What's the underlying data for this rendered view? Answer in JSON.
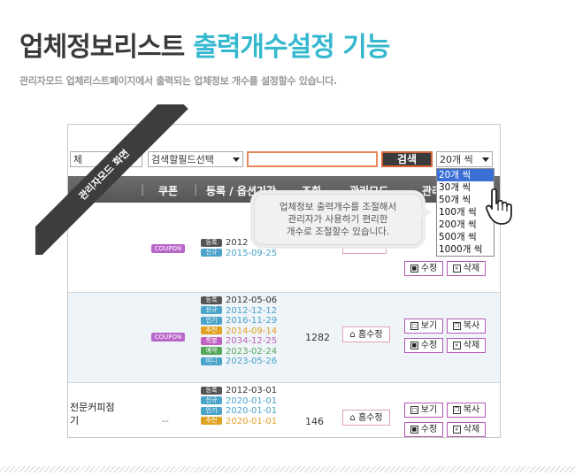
{
  "header": {
    "title": "업체정보리스트",
    "title_accent": "출력개수설정 기능",
    "subtitle": "관리자모드 업체리스트페이지에서 출력되는 업체정보 개수를 설정할수 있습니다."
  },
  "ribbon": {
    "label": "관리자모드 화면"
  },
  "toolbar": {
    "category_value": "체",
    "field_select_value": "검색할필드선택",
    "search_value": "",
    "search_button": "검색",
    "count_select_value": "20개 씩"
  },
  "dropdown": {
    "options": [
      "20개 씩",
      "30개 씩",
      "50개 씩",
      "100개 씩",
      "200개 씩",
      "500개 씩",
      "1000개 씩"
    ],
    "selected_index": 0
  },
  "table": {
    "headers": [
      "쿠폰",
      "등록 / 옵션기간",
      "조회",
      "관리모드",
      "관리"
    ]
  },
  "rows": [
    {
      "name": "",
      "coupon": "COUPON",
      "dates": [
        {
          "label": "등록",
          "value": "2012",
          "color": "#333333",
          "badge": "#555555"
        },
        {
          "label": "신규",
          "value": "2015-09-25",
          "color": "#4aa3c9",
          "badge": "#4aa3c9"
        }
      ],
      "views": "",
      "home_button": "",
      "actions": {
        "edit": "수정",
        "delete": "삭제"
      }
    },
    {
      "name": "",
      "coupon": "COUPON",
      "dates": [
        {
          "label": "등록",
          "value": "2012-05-06",
          "color": "#333333",
          "badge": "#555555"
        },
        {
          "label": "신규",
          "value": "2012-12-12",
          "color": "#4aa3c9",
          "badge": "#4aa3c9"
        },
        {
          "label": "인기",
          "value": "2016-11-29",
          "color": "#4aa3c9",
          "badge": "#4aa3c9"
        },
        {
          "label": "추천",
          "value": "2014-09-14",
          "color": "#e0a020",
          "badge": "#e0a020"
        },
        {
          "label": "특별",
          "value": "2034-12-25",
          "color": "#c060c0",
          "badge": "#c060c0"
        },
        {
          "label": "예약",
          "value": "2023-02-24",
          "color": "#55a85a",
          "badge": "#55a85a"
        },
        {
          "label": "미니",
          "value": "2023-05-26",
          "color": "#4aa3c9",
          "badge": "#4aa3c9"
        }
      ],
      "views": "1282",
      "home_button": "홈수정",
      "actions": {
        "view": "보기",
        "copy": "복사",
        "edit": "수정",
        "delete": "삭제"
      }
    },
    {
      "name": "전문커피점\n기",
      "coupon": "--",
      "dates": [
        {
          "label": "등록",
          "value": "2012-03-01",
          "color": "#333333",
          "badge": "#555555"
        },
        {
          "label": "신규",
          "value": "2020-01-01",
          "color": "#4aa3c9",
          "badge": "#4aa3c9"
        },
        {
          "label": "인기",
          "value": "2020-01-01",
          "color": "#4aa3c9",
          "badge": "#4aa3c9"
        },
        {
          "label": "추천",
          "value": "2020-01-01",
          "color": "#e0a020",
          "badge": "#e0a020"
        }
      ],
      "views": "146",
      "home_button": "홈수정",
      "actions": {
        "view": "보기",
        "copy": "복사",
        "edit": "수정",
        "delete": "삭제"
      }
    }
  ],
  "tooltip": {
    "lines": [
      "업체정보 출력개수를 조절해서",
      "관리자가 사용하기 편리한",
      "개수로 조절할수 있습니다."
    ]
  },
  "colors": {
    "accent": "#35b8cf",
    "search_border": "#e8875a",
    "ribbon": "#3d3d3d"
  }
}
